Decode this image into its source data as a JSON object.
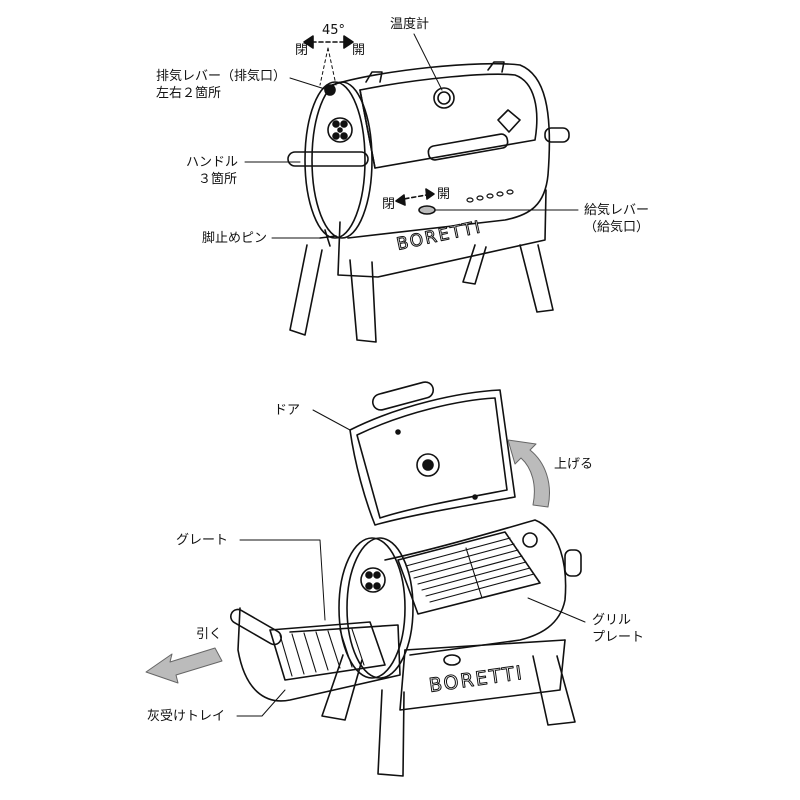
{
  "top_figure": {
    "angle": "45°",
    "close_left": "閉",
    "open_right": "開",
    "thermometer": "温度計",
    "exhaust_lever": [
      "排気レバー（排気口）",
      "左右２箇所"
    ],
    "handle": [
      "ハンドル",
      "３箇所"
    ],
    "leg_pin": "脚止めピン",
    "intake_close": "閉",
    "intake_open": "開",
    "intake_lever": [
      "給気レバー",
      "（給気口）"
    ],
    "brand": "BORETTI"
  },
  "bottom_figure": {
    "door": "ドア",
    "lift": "上げる",
    "grate": "グレート",
    "pull": "引く",
    "grill_plate": [
      "グリル",
      "プレート"
    ],
    "ash_tray": "灰受けトレイ",
    "brand": "BORETTI"
  }
}
